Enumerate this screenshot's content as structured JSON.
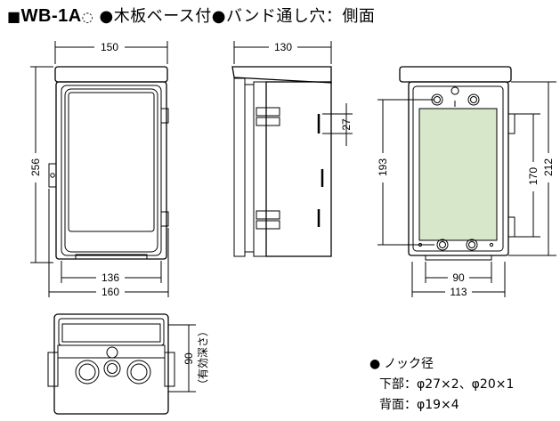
{
  "title": {
    "square": "■",
    "model": "WB-1A",
    "mark": "◌",
    "description": "●木板ベース付●バンド通し穴：側面"
  },
  "dimensions": {
    "front_width": "150",
    "front_height": "256",
    "front_inner_width": "136",
    "front_outer_width": "160",
    "side_depth": "130",
    "side_hole_pitch": "27",
    "back_inner_height": "193",
    "back_height_170": "170",
    "back_height_212": "212",
    "back_width_90": "90",
    "back_width_113": "113",
    "bottom_depth": "90",
    "bottom_depth_note": "（有効深さ）"
  },
  "note": {
    "bullet": "●",
    "heading": "ノック径",
    "lower_label": "下部：",
    "lower_value": "φ27×2、φ20×1",
    "back_label": "背面：",
    "back_value": "φ19×4"
  },
  "colors": {
    "board": "#d6e8c9",
    "line": "#000000",
    "background": "#ffffff"
  }
}
